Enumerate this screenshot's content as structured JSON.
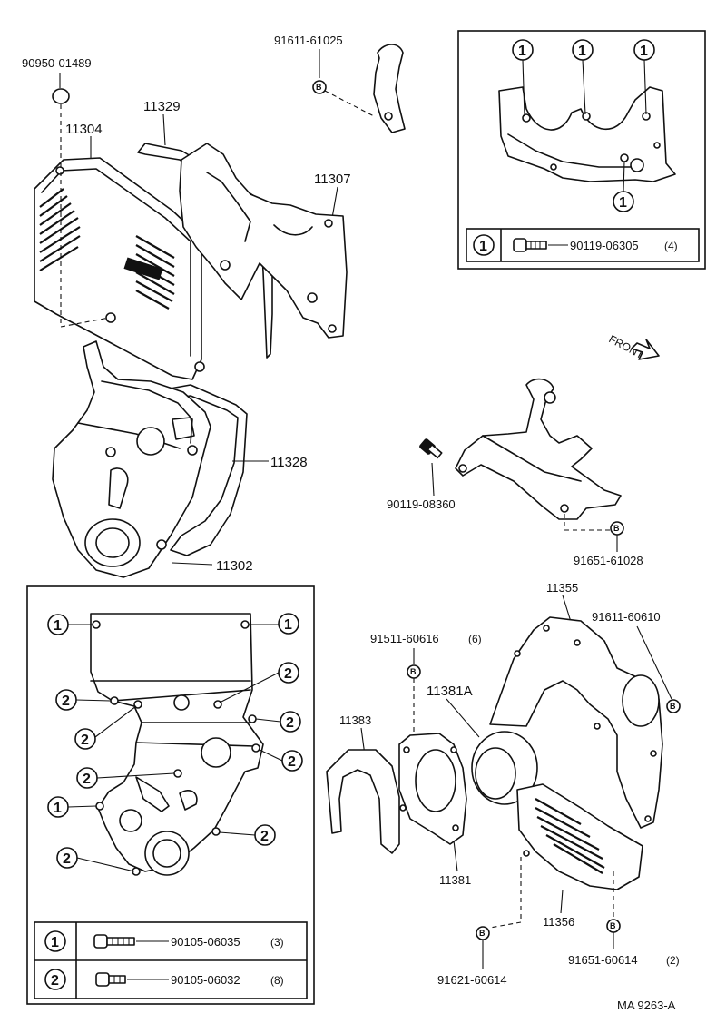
{
  "diagram": {
    "code": "MA 9263-A",
    "direction_label": "FRONT",
    "part_numbers": {
      "p_90950_01489": "90950-01489",
      "p_91611_61025": "91611-61025",
      "p_11304": "11304",
      "p_11329": "11329",
      "p_11307": "11307",
      "p_11328": "11328",
      "p_11302": "11302",
      "p_90119_08360": "90119-08360",
      "p_91651_61028": "91651-61028",
      "p_11355": "11355",
      "p_91611_60610": "91611-60610",
      "p_91511_60616": "91511-60616",
      "p_91511_qty": "(6)",
      "p_11381A": "11381A",
      "p_11383": "11383",
      "p_11381": "11381",
      "p_11356": "11356",
      "p_91621_60614": "91621-60614",
      "p_91651_60614": "91651-60614",
      "p_91651_qty": "(2)"
    },
    "callout_b": "B",
    "top_inset": {
      "tag": "1",
      "bolt_part": "90119-06305",
      "bolt_qty": "(4)"
    },
    "bottom_inset": {
      "tag1": "1",
      "tag2": "2",
      "bolt1_part": "90105-06035",
      "bolt1_qty": "(3)",
      "bolt2_part": "90105-06032",
      "bolt2_qty": "(8)"
    }
  }
}
